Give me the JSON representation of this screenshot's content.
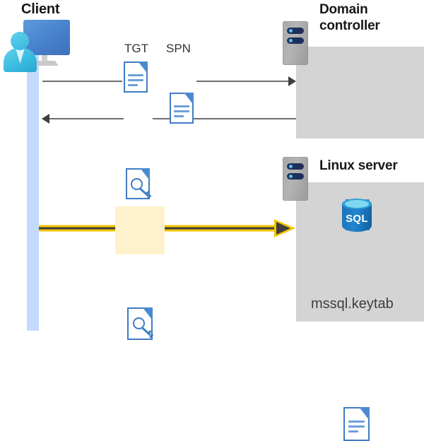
{
  "diagram": {
    "title": "Kerberos authentication flow between client, domain controller and Linux server",
    "background": "#ffffff",
    "actors": {
      "client": {
        "label": "Client",
        "icon": "user-computer-icon",
        "lifeline_color": "#c3dafc"
      },
      "domain_controller": {
        "label_line1": "Domain",
        "label_line2": "controller",
        "label": "Domain controller",
        "icon": "server-rack-icon",
        "panel_color": "#d4d4d4",
        "contents": [
          {
            "name": "certificate-document-icon",
            "label": "",
            "icon": "certificate-document-icon"
          }
        ]
      },
      "linux_server": {
        "label": "Linux server",
        "icon": "server-rack-icon",
        "panel_color": "#d4d4d4",
        "contents": [
          {
            "name": "sql-database-icon",
            "label": "SQL",
            "icon": "sql-database-icon"
          },
          {
            "name": "keytab-file-icon",
            "label": "mssql.keytab",
            "icon": "document-icon"
          }
        ]
      }
    },
    "messages": [
      {
        "id": "request",
        "direction": "client-to-domain-controller",
        "line_color": "#3f3f3f",
        "artifacts": [
          {
            "label": "TGT",
            "icon": "document-icon"
          },
          {
            "label": "SPN",
            "icon": "document-icon"
          }
        ]
      },
      {
        "id": "response",
        "direction": "domain-controller-to-client",
        "line_color": "#3f3f3f",
        "artifacts": [
          {
            "label": "",
            "icon": "key-document-icon"
          }
        ]
      },
      {
        "id": "service-ticket",
        "direction": "client-to-linux-server",
        "line_color": "#f5c400",
        "highlight_color": "#fdf2cc",
        "highlighted": true,
        "artifacts": [
          {
            "label": "",
            "icon": "key-document-icon"
          }
        ]
      }
    ],
    "colors": {
      "accent_blue": "#3f7cc4",
      "monitor_blue": "#4a85cf",
      "person_cyan": "#37b9de",
      "panel_gray": "#d4d4d4",
      "rack_gray": "#a8a8a8",
      "rack_pill": "#1f2f5c",
      "arrow_yellow": "#f5c400",
      "arrow_dark": "#3f3f3f",
      "sql_blue": "#1b72b8",
      "seal_yellow": "#ffd617",
      "seal_red": "#d93025",
      "text_dark": "#171717"
    }
  }
}
